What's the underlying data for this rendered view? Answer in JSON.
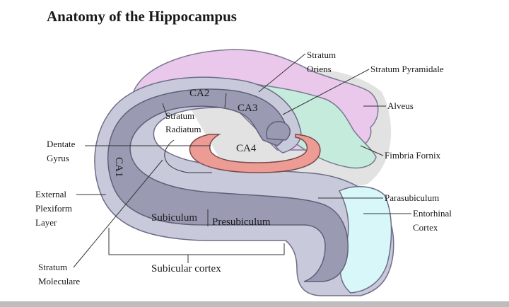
{
  "title": "Anatomy of the Hippocampus",
  "regions": {
    "ca1": "CA1",
    "ca2": "CA2",
    "ca3": "CA3",
    "ca4": "CA4",
    "stratum_radiatum_1": "Stratum",
    "stratum_radiatum_2": "Radiatum",
    "subiculum": "Subiculum",
    "presubiculum": "Presubiculum"
  },
  "callouts": {
    "stratum_oriens_1": "Stratum",
    "stratum_oriens_2": "Oriens",
    "stratum_pyramidale": "Stratum Pyramidale",
    "alveus": "Alveus",
    "fimbria_fornix": "Fimbria Fornix",
    "parasubiculum": "Parasubiculum",
    "entorhinal_1": "Entorhinal",
    "entorhinal_2": "Cortex",
    "dentate_1": "Dentate",
    "dentate_2": "Gyrus",
    "external_1": "External",
    "external_2": "Plexiform",
    "external_3": "Layer",
    "moleculare_1": "Stratum",
    "moleculare_2": "Moleculare",
    "subicular_cortex": "Subicular cortex"
  },
  "colors": {
    "alveus": "#e9c8ec",
    "fimbria": "#c5ebdd",
    "entorhinal": "#d8f7f8",
    "outer_layer": "#c8c9db",
    "inner_band": "#9a9bb3",
    "dentate": "#ec9b95",
    "shadow": "#cfcfcf"
  }
}
